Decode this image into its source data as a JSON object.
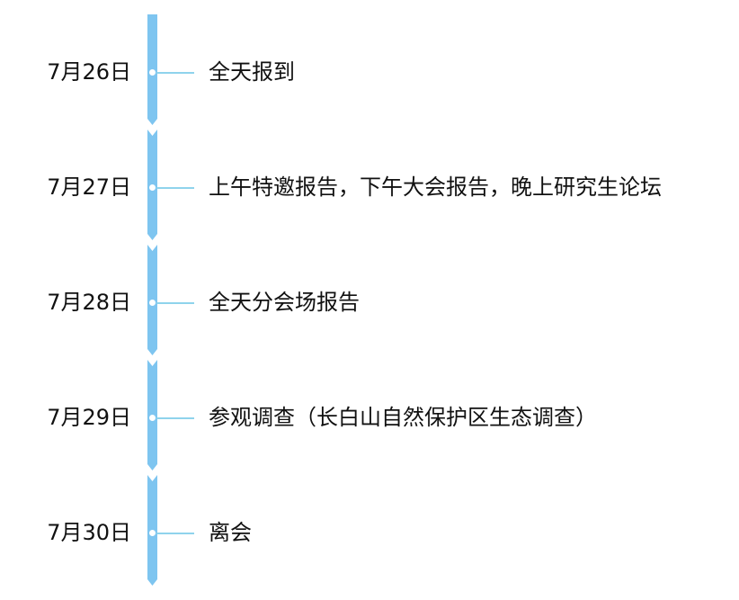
{
  "timeline": {
    "accent_color": "#7ec5f0",
    "connector_color": "#8fd3ec",
    "items": [
      {
        "date": "7月26日",
        "event": "全天报到"
      },
      {
        "date": "7月27日",
        "event": "上午特邀报告，下午大会报告，晚上研究生论坛"
      },
      {
        "date": "7月28日",
        "event": "全天分会场报告"
      },
      {
        "date": "7月29日",
        "event": "参观调查（长白山自然保护区生态调查）"
      },
      {
        "date": "7月30日",
        "event": "离会"
      }
    ]
  }
}
